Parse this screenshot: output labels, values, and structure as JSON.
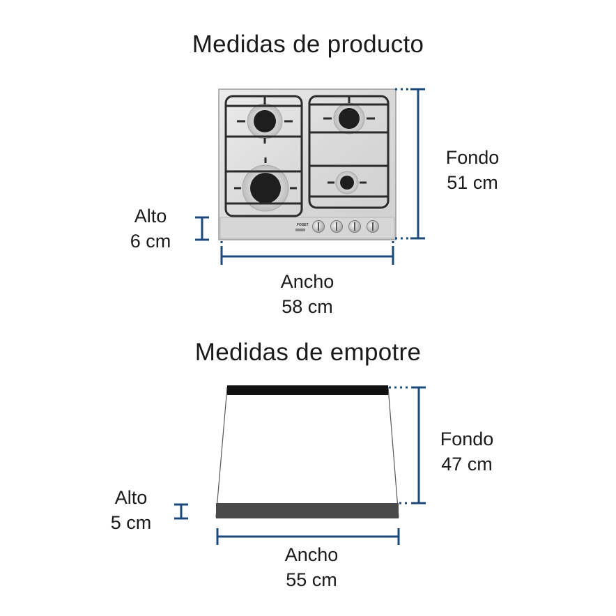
{
  "product": {
    "title": "Medidas de producto",
    "depth": {
      "label": "Fondo",
      "value": "51 cm"
    },
    "height": {
      "label": "Alto",
      "value": "6 cm"
    },
    "width": {
      "label": "Ancho",
      "value": "58 cm"
    },
    "brand_text": "FOSET"
  },
  "cutout": {
    "title": "Medidas de empotre",
    "depth": {
      "label": "Fondo",
      "value": "47 cm"
    },
    "height": {
      "label": "Alto",
      "value": "5 cm"
    },
    "width": {
      "label": "Ancho",
      "value": "55 cm"
    }
  },
  "colors": {
    "dimension_line": "#1b4a7a",
    "steel": "#e2e2e2",
    "grate": "#2a2a2a",
    "cutout_front": "#4a4a4a"
  }
}
